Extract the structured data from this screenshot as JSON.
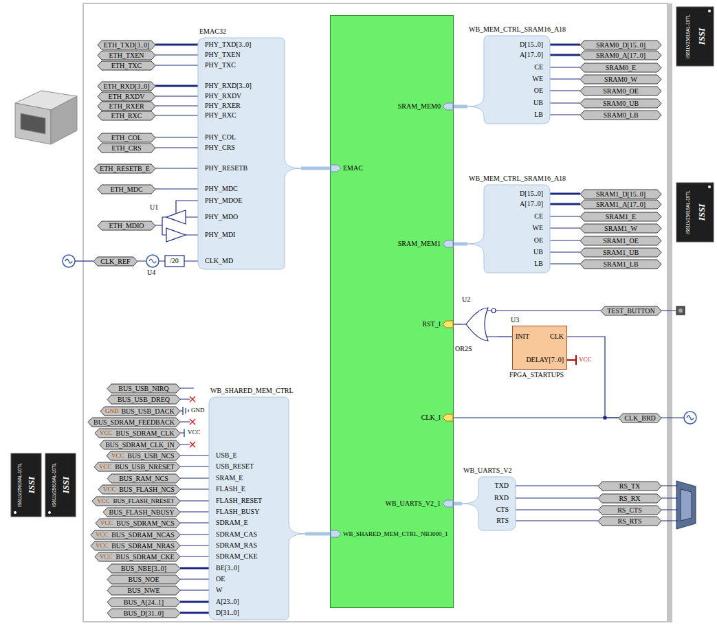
{
  "diagram": {
    "nodes": [
      {
        "text": [
          "EMAC",
          "SRAM_MEM0",
          "SRAM_MEM1",
          "RST_I",
          "CLK_I",
          "WB_UARTS_V2_1",
          "WB_SHARED_MEM_CTRL_NB3000_1"
        ]
      },
      {
        "text": [
          "EMAC32",
          "PHY_TXD[3..0]",
          "PHY_TXEN",
          "PHY_TXC",
          "PHY_RXD[3..0]",
          "PHY_RXDV",
          "PHY_RXER",
          "PHY_RXC",
          "PHY_COL",
          "PHY_CRS",
          "PHY_RESETB",
          "PHY_MDC",
          "PHY_MDOE",
          "PHY_MDO",
          "PHY_MDI",
          "CLK_MD"
        ]
      },
      {
        "text": [
          "WB_MEM_CTRL_SRAM16_A18",
          "D[15..0]",
          "A[17..0]",
          "CE",
          "WE",
          "OE",
          "UB",
          "LB"
        ]
      },
      {
        "text": [
          "WB_MEM_CTRL_SRAM16_A18",
          "D[15..0]",
          "A[17..0]",
          "CE",
          "WE",
          "OE",
          "UB",
          "LB"
        ]
      },
      {
        "text": [
          "U2",
          "OR2S"
        ]
      },
      {
        "text": [
          "U3",
          "INIT",
          "CLK",
          "DELAY[7..0]",
          "FPGA_STARTUPS"
        ]
      },
      {
        "text": [
          "WB_UARTS_V2",
          "TXD",
          "RXD",
          "CTS",
          "RTS"
        ]
      },
      {
        "text": [
          "WB_SHARED_MEM_CTRL",
          "USB_E",
          "USB_RESET",
          "SRAM_E",
          "FLASH_E",
          "FLASH_RESET",
          "FLASH_BUSY",
          "SDRAM_E",
          "SDRAM_CAS",
          "SDRAM_RAS",
          "SDRAM_CKE",
          "BE[3..0]",
          "OE",
          "W",
          "A[23..0]",
          "D[31..0]"
        ]
      },
      {
        "text": [
          "ETH_TXD[3..0]"
        ]
      },
      {
        "text": [
          "ETH_TXEN"
        ]
      },
      {
        "text": [
          "ETH_TXC"
        ]
      },
      {
        "text": [
          "ETH_RXD[3..0]"
        ]
      },
      {
        "text": [
          "ETH_RXDV"
        ]
      },
      {
        "text": [
          "ETH_RXER"
        ]
      },
      {
        "text": [
          "ETH_RXC"
        ]
      },
      {
        "text": [
          "ETH_COL"
        ]
      },
      {
        "text": [
          "ETH_CRS"
        ]
      },
      {
        "text": [
          "ETH_RESETB_E"
        ]
      },
      {
        "text": [
          "ETH_MDC"
        ]
      },
      {
        "text": [
          "ETH_MDIO"
        ]
      },
      {
        "text": [
          "CLK_REF"
        ]
      },
      {
        "text": [
          "SRAM0_D[15..0]"
        ]
      },
      {
        "text": [
          "SRAM0_A[17..0]"
        ]
      },
      {
        "text": [
          "SRAM0_E"
        ]
      },
      {
        "text": [
          "SRAM0_W"
        ]
      },
      {
        "text": [
          "SRAM0_OE"
        ]
      },
      {
        "text": [
          "SRAM0_UB"
        ]
      },
      {
        "text": [
          "SRAM0_LB"
        ]
      },
      {
        "text": [
          "SRAM1_D[15..0]"
        ]
      },
      {
        "text": [
          "SRAM1_A[17..0]"
        ]
      },
      {
        "text": [
          "SRAM1_E"
        ]
      },
      {
        "text": [
          "SRAM1_W"
        ]
      },
      {
        "text": [
          "SRAM1_OE"
        ]
      },
      {
        "text": [
          "SRAM1_UB"
        ]
      },
      {
        "text": [
          "SRAM1_LB"
        ]
      },
      {
        "text": [
          "TEST_BUTTON"
        ]
      },
      {
        "text": [
          "CLK_BRD"
        ]
      },
      {
        "text": [
          "RS_TX"
        ]
      },
      {
        "text": [
          "RS_RX"
        ]
      },
      {
        "text": [
          "RS_CTS"
        ]
      },
      {
        "text": [
          "RS_RTS"
        ]
      },
      {
        "text": [
          "BUS_USB_NIRQ"
        ]
      },
      {
        "text": [
          "BUS_USB_DREQ"
        ]
      },
      {
        "text": [
          "BUS_USB_DACK"
        ]
      },
      {
        "text": [
          "BUS_SDRAM_FEEDBACK"
        ]
      },
      {
        "text": [
          "BUS_SDRAM_CLK"
        ]
      },
      {
        "text": [
          "BUS_SDRAM_CLK_IN"
        ]
      },
      {
        "text": [
          "BUS_USB_NCS"
        ]
      },
      {
        "text": [
          "BUS_USB_NRESET"
        ]
      },
      {
        "text": [
          "BUS_RAM_NCS"
        ]
      },
      {
        "text": [
          "BUS_FLASH_NCS"
        ]
      },
      {
        "text": [
          "BUS_FLASH_NRESET"
        ]
      },
      {
        "text": [
          "BUS_FLASH_NBUSY"
        ]
      },
      {
        "text": [
          "BUS_SDRAM_NCS"
        ]
      },
      {
        "text": [
          "BUS_SDRAM_NCAS"
        ]
      },
      {
        "text": [
          "BUS_SDRAM_NRAS"
        ]
      },
      {
        "text": [
          "BUS_SDRAM_CKE"
        ]
      },
      {
        "text": [
          "BUS_NBE[3..0]"
        ]
      },
      {
        "text": [
          "BUS_NOE"
        ]
      },
      {
        "text": [
          "BUS_NWE"
        ]
      },
      {
        "text": [
          "BUS_A[24..1]"
        ]
      },
      {
        "text": [
          "BUS_D[31..0]"
        ]
      }
    ],
    "edges": [
      {
        "from": 1,
        "to": 0,
        "arrow": "none"
      },
      {
        "from": 2,
        "to": 0,
        "arrow": "none"
      },
      {
        "from": 3,
        "to": 0,
        "arrow": "none"
      },
      {
        "from": 4,
        "to": 0,
        "arrow": "none"
      },
      {
        "from": 36,
        "to": 0,
        "arrow": "none"
      },
      {
        "from": 6,
        "to": 0,
        "arrow": "none"
      },
      {
        "from": 7,
        "to": 0,
        "arrow": "none"
      },
      {
        "from": 35,
        "to": 4,
        "arrow": "none"
      },
      {
        "from": 5,
        "to": 4,
        "arrow": "none"
      },
      {
        "from": 36,
        "to": 5,
        "arrow": "none"
      },
      {
        "from": 8,
        "to": 1,
        "arrow": "none"
      },
      {
        "from": 9,
        "to": 1,
        "arrow": "none"
      },
      {
        "from": 10,
        "to": 1,
        "arrow": "none"
      },
      {
        "from": 11,
        "to": 1,
        "arrow": "none"
      },
      {
        "from": 12,
        "to": 1,
        "arrow": "none"
      },
      {
        "from": 13,
        "to": 1,
        "arrow": "none"
      },
      {
        "from": 14,
        "to": 1,
        "arrow": "none"
      },
      {
        "from": 15,
        "to": 1,
        "arrow": "none"
      },
      {
        "from": 16,
        "to": 1,
        "arrow": "none"
      },
      {
        "from": 17,
        "to": 1,
        "arrow": "none"
      },
      {
        "from": 18,
        "to": 1,
        "arrow": "none"
      },
      {
        "from": 21,
        "to": 2,
        "arrow": "none"
      },
      {
        "from": 22,
        "to": 2,
        "arrow": "none"
      },
      {
        "from": 23,
        "to": 2,
        "arrow": "none"
      },
      {
        "from": 24,
        "to": 2,
        "arrow": "none"
      },
      {
        "from": 25,
        "to": 2,
        "arrow": "none"
      },
      {
        "from": 26,
        "to": 2,
        "arrow": "none"
      },
      {
        "from": 27,
        "to": 2,
        "arrow": "none"
      },
      {
        "from": 28,
        "to": 3,
        "arrow": "none"
      },
      {
        "from": 29,
        "to": 3,
        "arrow": "none"
      },
      {
        "from": 30,
        "to": 3,
        "arrow": "none"
      },
      {
        "from": 31,
        "to": 3,
        "arrow": "none"
      },
      {
        "from": 32,
        "to": 3,
        "arrow": "none"
      },
      {
        "from": 33,
        "to": 3,
        "arrow": "none"
      },
      {
        "from": 34,
        "to": 3,
        "arrow": "none"
      },
      {
        "from": 37,
        "to": 6,
        "arrow": "none"
      },
      {
        "from": 38,
        "to": 6,
        "arrow": "none"
      },
      {
        "from": 39,
        "to": 6,
        "arrow": "none"
      },
      {
        "from": 40,
        "to": 6,
        "arrow": "none"
      },
      {
        "from": 47,
        "to": 7,
        "arrow": "none"
      },
      {
        "from": 48,
        "to": 7,
        "arrow": "none"
      },
      {
        "from": 49,
        "to": 7,
        "arrow": "none"
      },
      {
        "from": 50,
        "to": 7,
        "arrow": "none"
      },
      {
        "from": 51,
        "to": 7,
        "arrow": "none"
      },
      {
        "from": 52,
        "to": 7,
        "arrow": "none"
      },
      {
        "from": 53,
        "to": 7,
        "arrow": "none"
      },
      {
        "from": 54,
        "to": 7,
        "arrow": "none"
      },
      {
        "from": 55,
        "to": 7,
        "arrow": "none"
      },
      {
        "from": 56,
        "to": 7,
        "arrow": "none"
      },
      {
        "from": 57,
        "to": 7,
        "arrow": "none"
      },
      {
        "from": 58,
        "to": 7,
        "arrow": "none"
      },
      {
        "from": 59,
        "to": 7,
        "arrow": "none"
      },
      {
        "from": 60,
        "to": 7,
        "arrow": "none"
      },
      {
        "from": 61,
        "to": 7,
        "arrow": "none"
      }
    ],
    "labels": [
      "U1",
      "U4",
      "/20",
      "GND",
      "GND",
      "VCC",
      "VCC",
      "VCC",
      "VCC",
      "VCC",
      "VCC",
      "VCC",
      "VCC",
      "VCC",
      "VCC",
      "VCC",
      "ISSI",
      "IS61LV25616AL-10TL",
      "ISSI",
      "IS61LV25616AL-10TL",
      "ISSI",
      "IS61LV25616AL-10TL",
      "ISSI",
      "IS61LV25616AL-10TL"
    ]
  }
}
